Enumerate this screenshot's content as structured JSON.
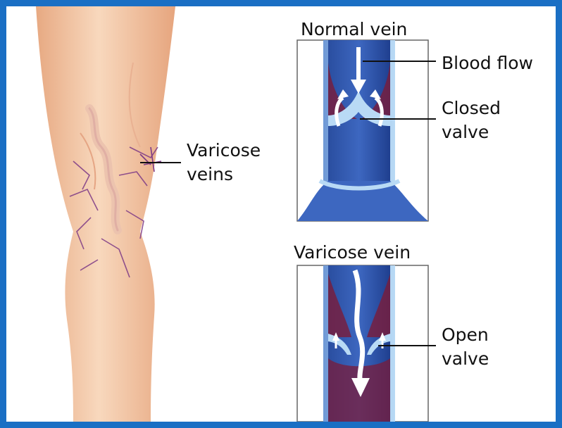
{
  "titles": {
    "normal": "Normal vein",
    "varicose": "Varicose vein"
  },
  "labels": {
    "varicose_veins": [
      "Varicose",
      "veins"
    ],
    "blood_flow": "Blood flow",
    "closed_valve": [
      "Closed",
      "valve"
    ],
    "open_valve": [
      "Open",
      "valve"
    ]
  },
  "colors": {
    "frame_border": "#1a6fc4",
    "skin": "#f3c7a3",
    "vein_dark": "#1f3f8f",
    "vein_light": "#9fc9ef",
    "blood": "#7a1b3a"
  }
}
